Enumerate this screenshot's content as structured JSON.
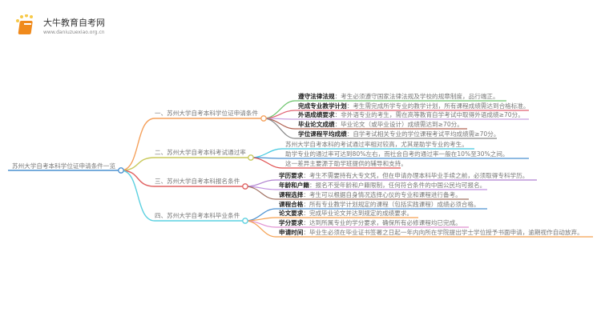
{
  "brand": {
    "name": "大牛教育自考网",
    "url": "www.daniuzuexiao.org.cn"
  },
  "root": "苏州大学自考本科学位证申请条件一览",
  "branches": [
    {
      "title": "一、苏州大学自考本科学位证申请条件",
      "color": "#f5a05a",
      "items": [
        {
          "label": "遵守法律法规",
          "text": "：考生必须遵守国家法律法规及学校的规章制度，品行端正。",
          "color": "#6cc46c"
        },
        {
          "label": "完成专业教学计划",
          "text": "：考生需完成所学专业的教学计划，所有课程成绩需达到合格标准。",
          "color": "#e06070"
        },
        {
          "label": "外语成绩要求",
          "text": "：非外语专业的考生，需在高等教育自学考试中取得外语成绩≥70分。",
          "color": "#c8a0e0"
        },
        {
          "label": "毕业论文成绩",
          "text": "：毕业论文（或毕业设计）成绩需达到≥70分。",
          "color": "#b06050"
        },
        {
          "label": "学位课程平均成绩",
          "text": "：自学考试相关专业的学位课程考试平均成绩需≥70分。",
          "color": "#888888"
        }
      ]
    },
    {
      "title": "二、苏州大学自考本科考试通过率",
      "color": "#c8c85a",
      "items": [
        {
          "text": "苏州大学自考本科的考试通过率相对较高，尤其是助学专业的考生。",
          "color": "#40c8e0"
        },
        {
          "text": "助学专业的通过率可达到80%左右，而社会自考的通过率一般在10%至30%之间。",
          "color": "#4a90d0"
        },
        {
          "text": "这一差异主要源于助学班提供的辅导和支持。",
          "color": "#e05050"
        }
      ]
    },
    {
      "title": "三、苏州大学自考本科报名条件",
      "color": "#e06060",
      "items": [
        {
          "label": "学历要求",
          "text": "：考生不需要持有大专文凭，但在申请办理本科毕业手续之前，必须取得专科学历。",
          "color": "#b080d0"
        },
        {
          "label": "年龄和户籍",
          "text": "：报名不受年龄和户籍限制，任何符合条件的中国公民均可报名。",
          "color": "#c090e0"
        },
        {
          "label": "课程选择",
          "text": "：考生可以根据自身情况选择心仪的专业和课程进行备考。",
          "color": "#a07060"
        }
      ]
    },
    {
      "title": "四、苏州大学自考本科毕业条件",
      "color": "#5ad0e0",
      "items": [
        {
          "label": "课程合格",
          "text": "：所有专业教学计划规定的课程（包括实践课程）成绩必须合格。",
          "color": "#4a90d0"
        },
        {
          "label": "论文要求",
          "text": "：完成毕业论文并达到规定的成绩要求。",
          "color": "#f5a050"
        },
        {
          "label": "学分要求",
          "text": "：达到所属专业的学分要求，确保所有必修课程均已完成。",
          "color": "#e090d0"
        },
        {
          "label": "申请时间",
          "text": "：毕业生必须在毕业证书签署之日起一年内向所在学院提出学士学位授予书面申请，逾期视作自动放弃。",
          "color": "#f5a050"
        }
      ]
    }
  ]
}
